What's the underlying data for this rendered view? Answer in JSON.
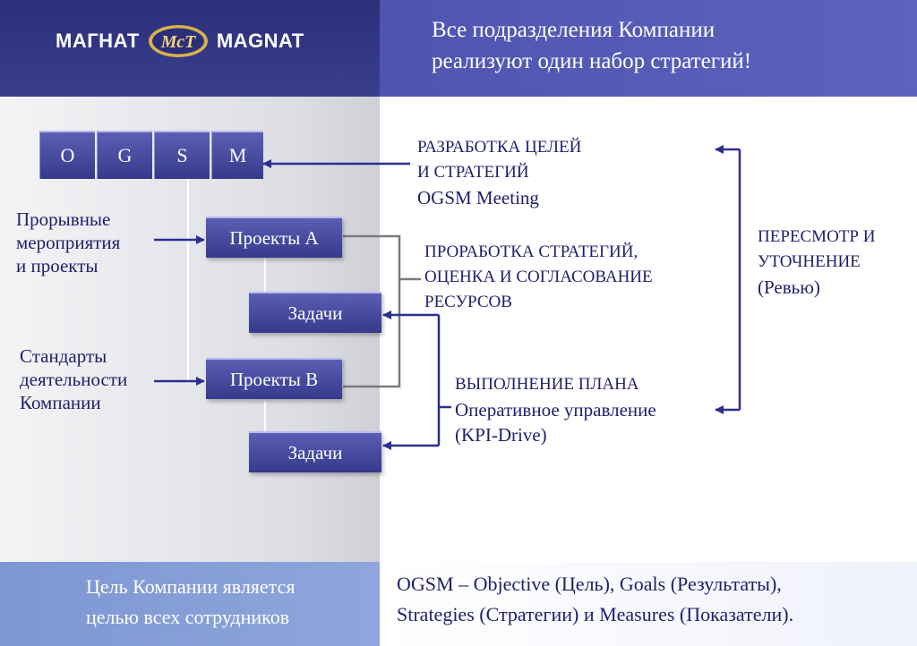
{
  "header": {
    "logo_left": "МАГНАТ",
    "logo_badge": "МсТ",
    "logo_right": "MAGNAT",
    "title_line1": "Все подразделения Компании",
    "title_line2": "реализуют один набор стратегий!"
  },
  "ogsm_cells": [
    "O",
    "G",
    "S",
    "M"
  ],
  "boxes": {
    "projects_a": "Проекты А",
    "tasks_a": "Задачи",
    "projects_b": "Проекты В",
    "tasks_b": "Задачи"
  },
  "left_labels": {
    "breakthrough_line1": "Прорывные",
    "breakthrough_line2": "мероприятия",
    "breakthrough_line3": "и проекты",
    "standards_line1": "Стандарты",
    "standards_line2": "деятельности",
    "standards_line3": "Компании"
  },
  "right_labels": {
    "development_line1": "РАЗРАБОТКА ЦЕЛЕЙ",
    "development_line2": "И СТРАТЕГИЙ",
    "development_line3": "OGSM Meeting",
    "elaboration_line1": "ПРОРАБОТКА СТРАТЕГИЙ,",
    "elaboration_line2": "ОЦЕНКА И СОГЛАСОВАНИЕ",
    "elaboration_line3": "РЕСУРСОВ",
    "execution_line1": "ВЫПОЛНЕНИЕ ПЛАНА",
    "execution_line2": "Оперативное управление",
    "execution_line3": "(KPI-Drive)",
    "review_line1": "ПЕРЕСМОТР И",
    "review_line2": "УТОЧНЕНИЕ",
    "review_line3": "(Ревью)"
  },
  "footer": {
    "left_line1": "Цель Компании является",
    "left_line2": "целью всех сотрудников",
    "right_line1": "OGSM – Objective (Цель),  Goals (Результаты),",
    "right_line2": "Strategies (Стратегии)  и Measures (Показатели)."
  },
  "colors": {
    "header_dark": "#2b2f7a",
    "header_accent": "#5b63bd",
    "box_fill": "#454aa0",
    "arrow": "#2b2f8f",
    "connector_gray": "#7a7a7a",
    "footer_left": "#8ea6dc",
    "text": "#1f1f6b"
  }
}
